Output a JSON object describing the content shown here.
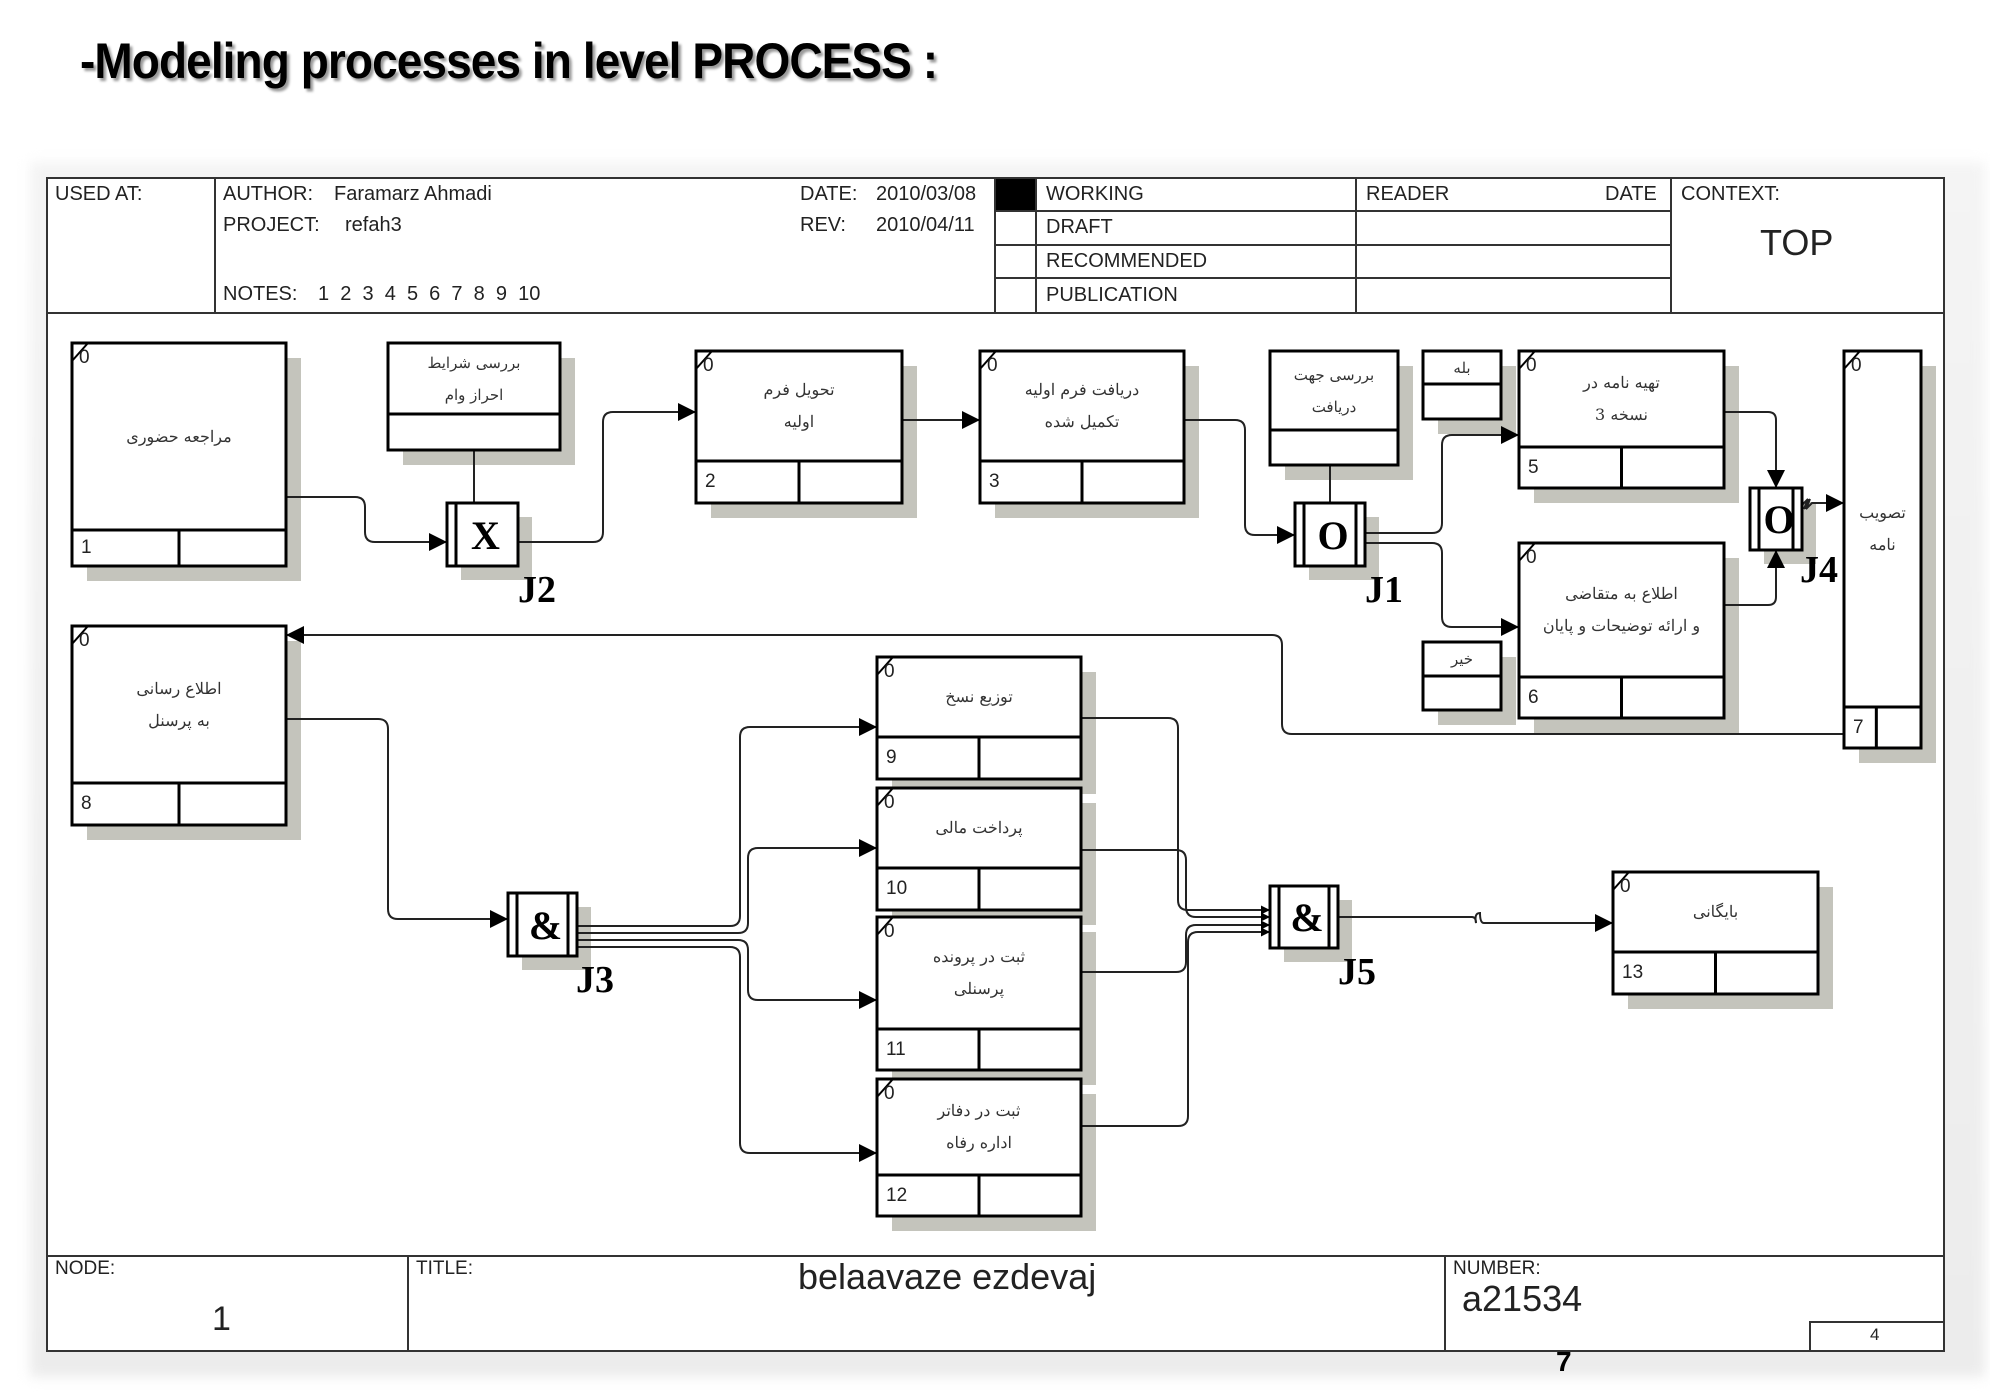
{
  "slide": {
    "title": "-Modeling processes in level  PROCESS :",
    "page_number": "7"
  },
  "header": {
    "used_at_label": "USED AT:",
    "author_label": "AUTHOR:",
    "author": "Faramarz Ahmadi",
    "project_label": "PROJECT:",
    "project": "refah3",
    "notes_label": "NOTES:",
    "notes": "1  2  3  4  5  6  7  8  9  10",
    "date_label": "DATE:",
    "date": "2010/03/08",
    "rev_label": "REV:",
    "rev": "2010/04/11",
    "status": [
      {
        "label": "WORKING",
        "selected": true
      },
      {
        "label": "DRAFT",
        "selected": false
      },
      {
        "label": "RECOMMENDED",
        "selected": false
      },
      {
        "label": "PUBLICATION",
        "selected": false
      }
    ],
    "reader_label": "READER",
    "reader_date_label": "DATE",
    "context_label": "CONTEXT:",
    "context_value": "TOP"
  },
  "footer": {
    "node_label": "NODE:",
    "node_value": "1",
    "title_label": "TITLE:",
    "title_value": "belaavaze ezdevaj",
    "number_label": "NUMBER:",
    "number_value": "a21534",
    "sheet_number": "4"
  },
  "diagram": {
    "boxes": [
      {
        "id": "1",
        "cost": "0",
        "lines": [
          "مراجعه حضوری"
        ]
      },
      {
        "id": "2",
        "cost": "0",
        "lines": [
          "تحویل فرم",
          "اولیه"
        ]
      },
      {
        "id": "3",
        "cost": "0",
        "lines": [
          "دریافت فرم اولیه",
          "تکمیل شده"
        ]
      },
      {
        "id": "5",
        "cost": "0",
        "lines": [
          "تهیه نامه در",
          "نسخه 3"
        ]
      },
      {
        "id": "6",
        "cost": "0",
        "lines": [
          "اطلاع به متقاضی",
          "و ارائه توضیحات و پایان"
        ]
      },
      {
        "id": "7",
        "cost": "0",
        "lines": [
          "تصویب",
          "نامه"
        ]
      },
      {
        "id": "8",
        "cost": "0",
        "lines": [
          "اطلاع رسانی",
          "به پرسنل"
        ]
      },
      {
        "id": "9",
        "cost": "0",
        "lines": [
          "توزیع نسخ"
        ]
      },
      {
        "id": "10",
        "cost": "0",
        "lines": [
          "پرداخت مالی"
        ]
      },
      {
        "id": "11",
        "cost": "0",
        "lines": [
          "ثبت در پرونده",
          "پرسنلی"
        ]
      },
      {
        "id": "12",
        "cost": "0",
        "lines": [
          "ثبت در دفاتر",
          "اداره رفاه"
        ]
      },
      {
        "id": "13",
        "cost": "0",
        "lines": [
          "بایگانی"
        ]
      }
    ],
    "referents": [
      {
        "name": "j2-condition",
        "lines": [
          "بررسی شرایط",
          "احراز وام"
        ]
      },
      {
        "name": "j1-condition",
        "lines": [
          "بررسی جهت",
          "دریافت"
        ]
      },
      {
        "name": "yes",
        "lines": [
          "بله"
        ]
      },
      {
        "name": "no",
        "lines": [
          "خیر"
        ]
      }
    ],
    "junctions": [
      {
        "label": "J2",
        "symbol": "X",
        "type": "XOR"
      },
      {
        "label": "J1",
        "symbol": "O",
        "type": "OR"
      },
      {
        "label": "J4",
        "symbol": "O",
        "type": "OR"
      },
      {
        "label": "J3",
        "symbol": "&",
        "type": "AND"
      },
      {
        "label": "J5",
        "symbol": "&",
        "type": "AND"
      }
    ]
  }
}
